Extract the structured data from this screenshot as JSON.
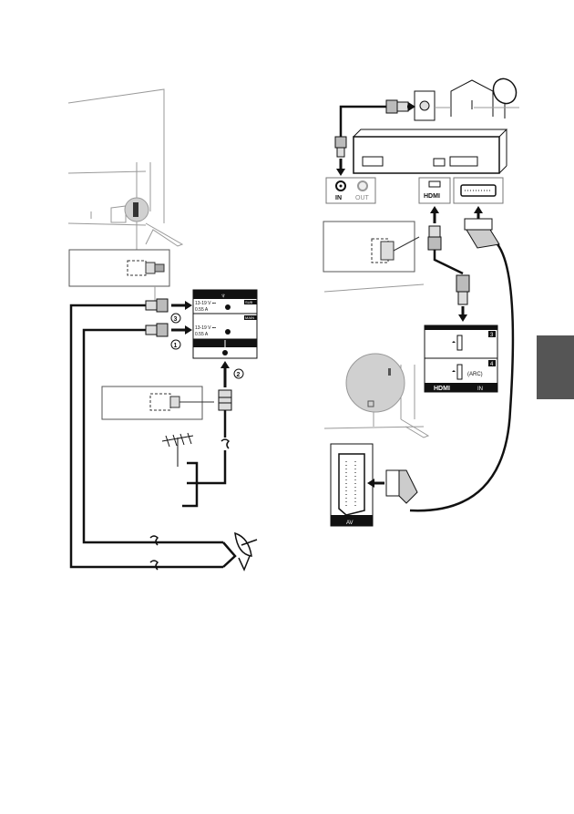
{
  "sat_ports": {
    "port1": {
      "voltage": "13-19 V ⎓",
      "current": "0.55 A",
      "tag": "SUB"
    },
    "port2": {
      "voltage": "13-19 V ⎓",
      "current": "0.55 A",
      "tag": "MAIN"
    }
  },
  "steps": {
    "s1": "1",
    "s2": "2",
    "s3": "3"
  },
  "stb": {
    "in": "IN",
    "out": "OUT"
  },
  "hdmi": {
    "logo": "HDMI",
    "arc": "(ARC)",
    "in": "IN",
    "port_a": "3",
    "port_b": "4"
  },
  "scart": {
    "av": "AV"
  },
  "colors": {
    "line": "#111111",
    "tab": "#555555",
    "gray": "#999999"
  }
}
